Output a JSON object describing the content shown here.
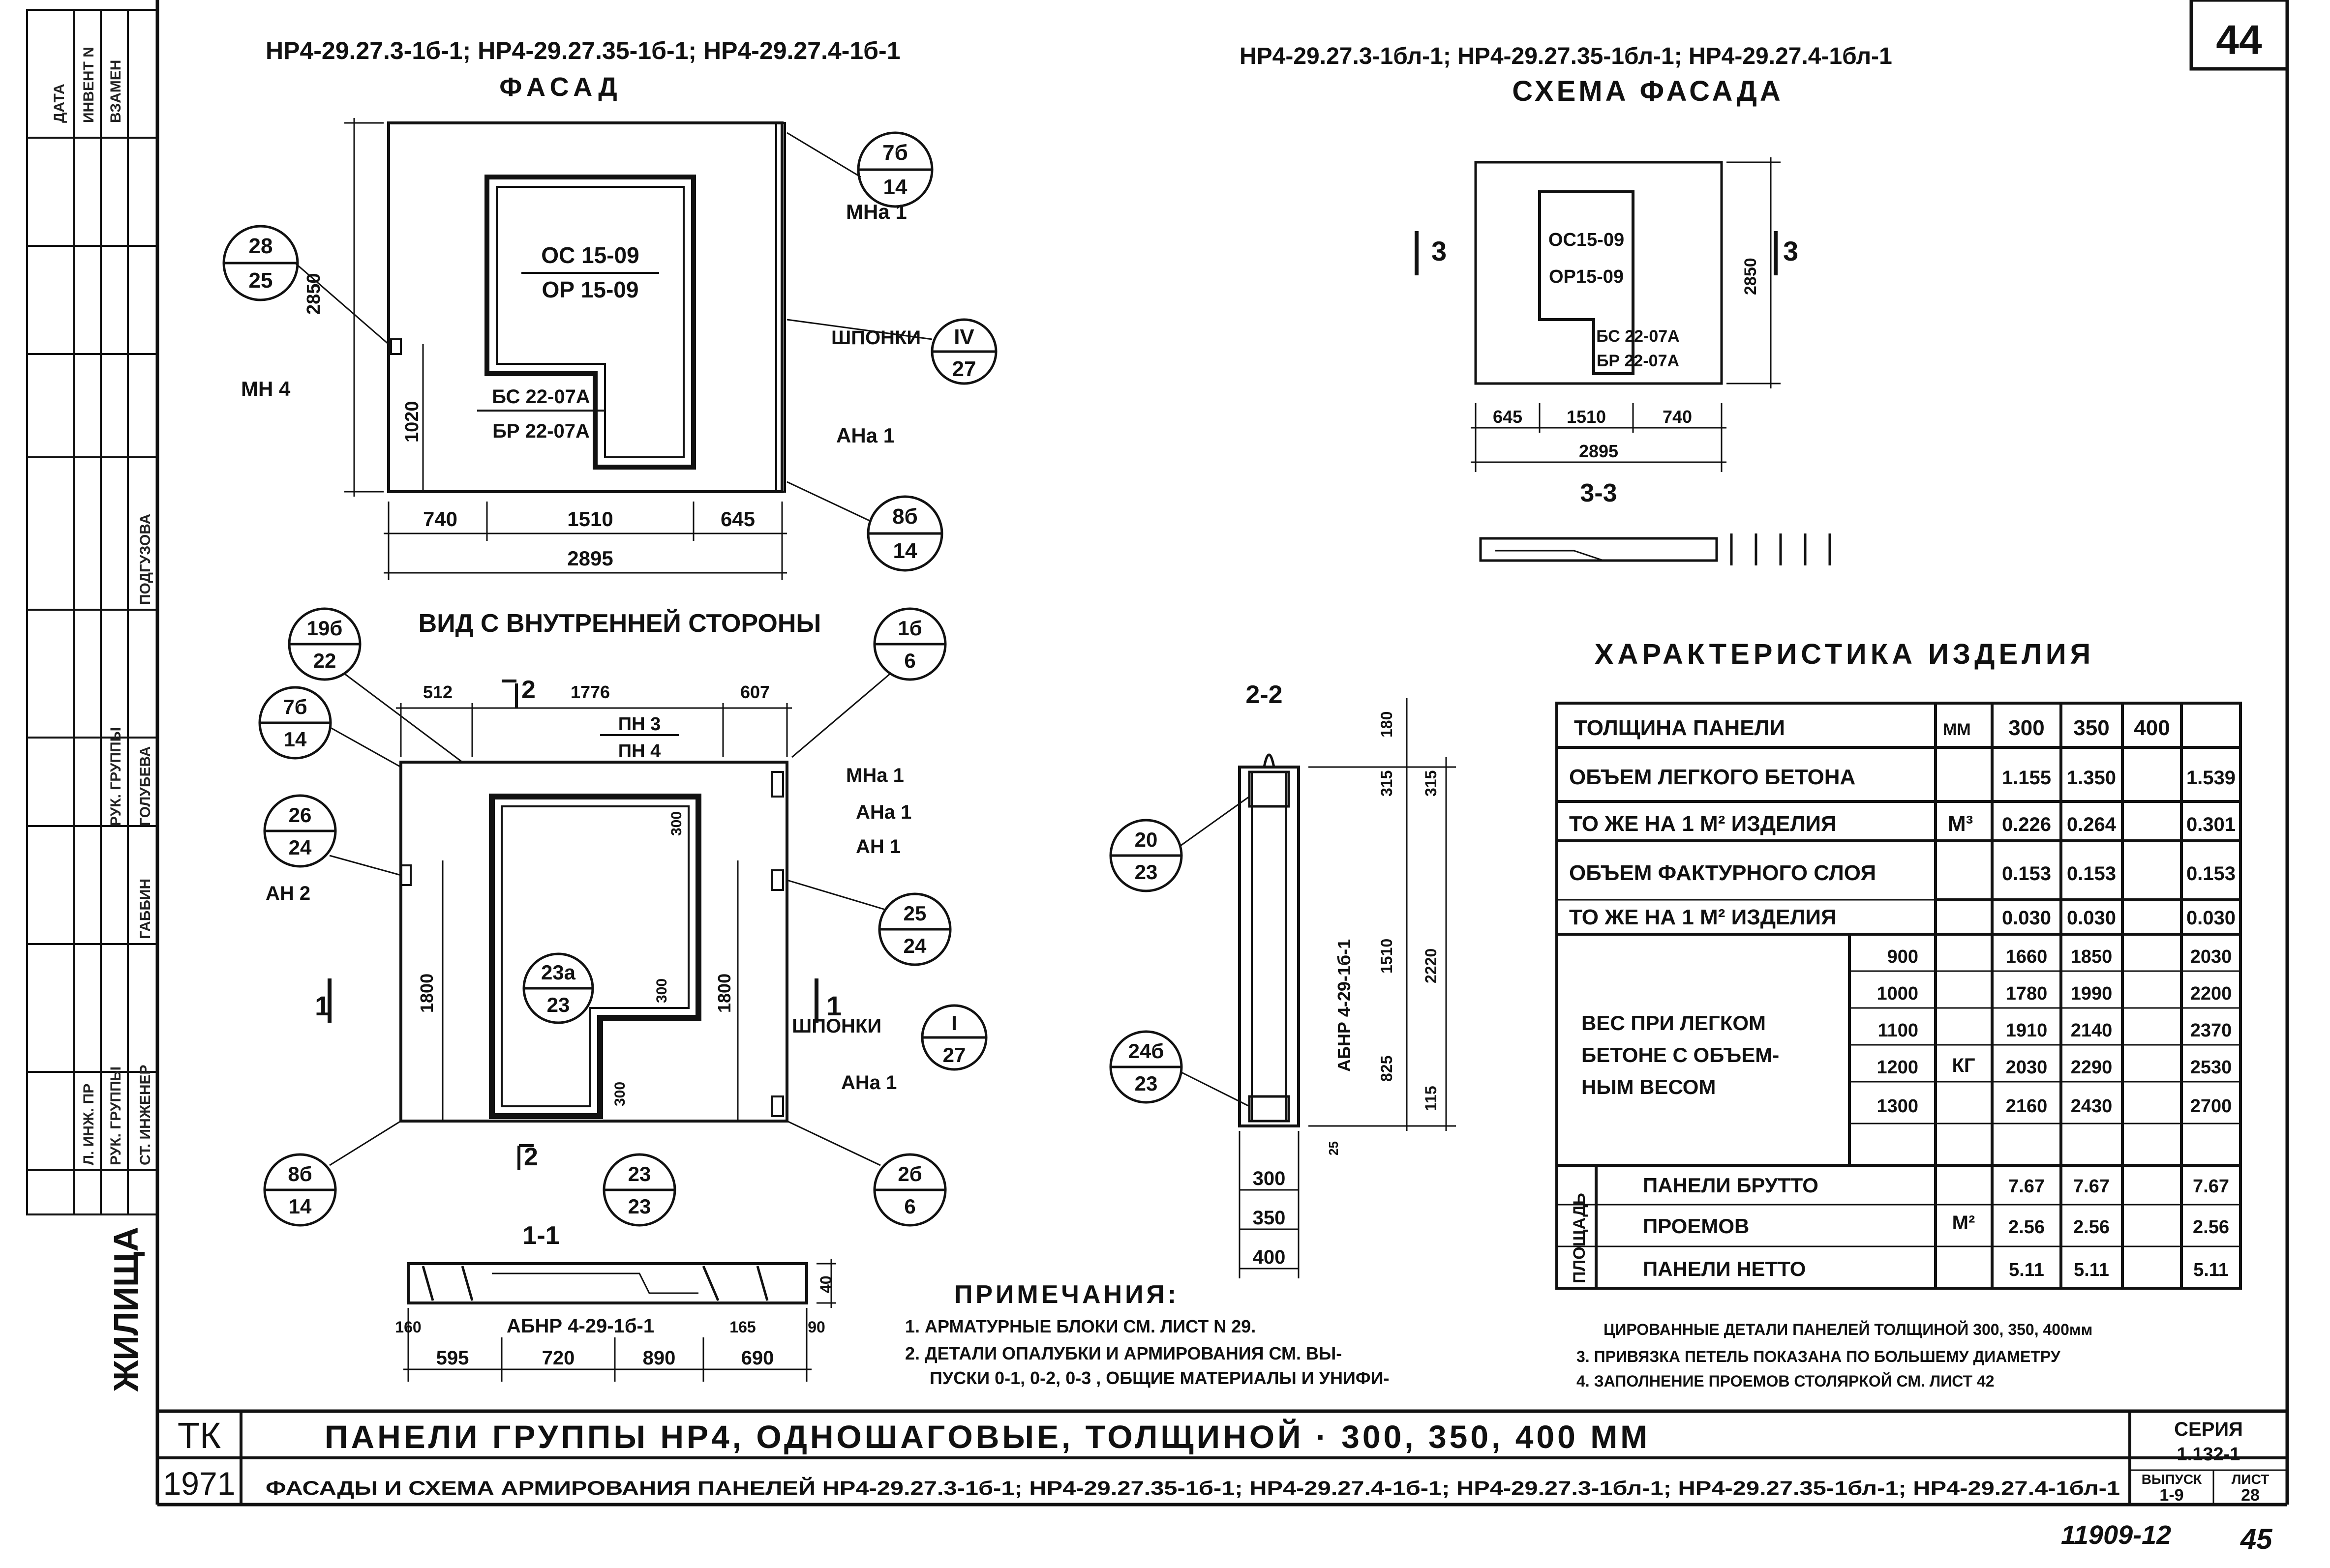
{
  "sheet": {
    "sheet_number": "44",
    "left_header": "НР4-29.27.3-1б-1; НР4-29.27.35-1б-1; НР4-29.27.4-1б-1",
    "right_header": "НР4-29.27.3-1бл-1; НР4-29.27.35-1бл-1; НР4-29.27.4-1бл-1",
    "bottom_stamp": "11909-12",
    "page_fraction": "45",
    "stamp_vertical_left": "ЖИЛИЩА",
    "stamp_rows": [
      "ДАТА",
      "ИНВЕНТ N",
      "ВЗАМЕН",
      "ПОДГУЗОВА",
      "РУК. ГРУППЫ",
      "ГОЛУБЕВА",
      "ГАББИН",
      "СТ. ИНЖЕНЕР",
      "РУК. ГРУППЫ",
      "Л. ИНЖ. ПР"
    ]
  },
  "facade": {
    "title": "ФАСАД",
    "window_label_top": "ОС 15-09",
    "window_label_bottom": "ОР 15-09",
    "door_label_top": "БС 22-07А",
    "door_label_bottom": "БР 22-07А",
    "height_dim": "2850",
    "sill_dim": "1020",
    "dims_bottom": [
      "740",
      "1510",
      "645"
    ],
    "total_width": "2895",
    "callouts": [
      {
        "top": "7б",
        "bottom": "14"
      },
      {
        "top": "28",
        "bottom": "25"
      },
      {
        "top": "IV",
        "bottom": "27"
      },
      {
        "top": "8б",
        "bottom": "14"
      }
    ],
    "labels": [
      "МНа 1",
      "МН 4",
      "ШПОНКИ",
      "АНа 1"
    ]
  },
  "scheme": {
    "title": "СХЕМА ФАСАДА",
    "labels": [
      "ОС15-09",
      "ОР15-09",
      "БС 22-07А",
      "БР 22-07А"
    ],
    "height_dim": "2850",
    "dims": [
      "645",
      "1510",
      "740"
    ],
    "total": "2895",
    "section_mark": "3",
    "section_title": "3-3"
  },
  "inner_view": {
    "title": "ВИД С ВНУТРЕННЕЙ СТОРОНЫ",
    "top_dims": [
      "512",
      "1776",
      "607"
    ],
    "top_labels": [
      "ПН 3",
      "ПН 4"
    ],
    "right_labels": [
      "МНа 1",
      "АНа 1",
      "АН 1",
      "ШПОНКИ",
      "АНа 1"
    ],
    "left_label": "АН 2",
    "heights": [
      "1800",
      "1800"
    ],
    "inner_dims": [
      "300",
      "300",
      "300"
    ],
    "callouts": [
      {
        "top": "19б",
        "bottom": "22"
      },
      {
        "top": "1б",
        "bottom": "6"
      },
      {
        "top": "7б",
        "bottom": "14"
      },
      {
        "top": "26",
        "bottom": "24"
      },
      {
        "top": "25",
        "bottom": "24"
      },
      {
        "top": "I",
        "bottom": "27"
      },
      {
        "top": "8б",
        "bottom": "14"
      },
      {
        "top": "23",
        "bottom": "23"
      },
      {
        "top": "2б",
        "bottom": "6"
      },
      {
        "top": "23а",
        "bottom": "23"
      }
    ],
    "section_marks": [
      "1",
      "1",
      "2",
      "2"
    ]
  },
  "section_11": {
    "title": "1-1",
    "label": "АБНР 4-29-1б-1",
    "small_dims": [
      "160",
      "165",
      "90",
      "40"
    ],
    "bottom_dims": [
      "595",
      "720",
      "890",
      "690"
    ]
  },
  "section_22": {
    "title": "2-2",
    "dims": [
      "180",
      "315",
      "315",
      "1510",
      "2220",
      "825",
      "115",
      "25"
    ],
    "label": "АБНР 4-29-1б-1",
    "thicknesses": [
      "300",
      "350",
      "400"
    ],
    "callouts": [
      {
        "top": "20",
        "bottom": "23"
      },
      {
        "top": "24б",
        "bottom": "23"
      }
    ]
  },
  "characteristics": {
    "title": "ХАРАКТЕРИСТИКА ИЗДЕЛИЯ",
    "header": {
      "label": "ТОЛЩИНА ПАНЕЛИ",
      "unit": "ММ",
      "values": [
        "300",
        "350",
        "400"
      ]
    },
    "volume_rows": [
      {
        "label": "ОБЪЕМ ЛЕГКОГО БЕТОНА",
        "values": [
          "1.155",
          "1.350",
          "1.539"
        ]
      },
      {
        "label": "ТО ЖЕ НА 1 М² ИЗДЕЛИЯ",
        "values": [
          "0.226",
          "0.264",
          "0.301"
        ]
      },
      {
        "label": "ОБЪЕМ ФАКТУРНОГО СЛОЯ",
        "values": [
          "0.153",
          "0.153",
          "0.153"
        ]
      },
      {
        "label": "ТО ЖЕ НА 1 М² ИЗДЕЛИЯ",
        "values": [
          "0.030",
          "0.030",
          "0.030"
        ]
      }
    ],
    "volume_unit": "М³",
    "weight_label": [
      "ВЕС ПРИ ЛЕГКОМ",
      "БЕТОНЕ С ОБЪЕМ-",
      "НЫМ ВЕСОМ"
    ],
    "weight_unit": "КГ",
    "weight_rows": [
      {
        "density": "900",
        "values": [
          "1660",
          "1850",
          "2030"
        ]
      },
      {
        "density": "1000",
        "values": [
          "1780",
          "1990",
          "2200"
        ]
      },
      {
        "density": "1100",
        "values": [
          "1910",
          "2140",
          "2370"
        ]
      },
      {
        "density": "1200",
        "values": [
          "2030",
          "2290",
          "2530"
        ]
      },
      {
        "density": "1300",
        "values": [
          "2160",
          "2430",
          "2700"
        ]
      }
    ],
    "area_label": "ПЛОЩАДЬ",
    "area_unit": "М²",
    "area_rows": [
      {
        "label": "ПАНЕЛИ БРУТТО",
        "values": [
          "7.67",
          "7.67",
          "7.67"
        ]
      },
      {
        "label": "ПРОЕМОВ",
        "values": [
          "2.56",
          "2.56",
          "2.56"
        ]
      },
      {
        "label": "ПАНЕЛИ НЕТТО",
        "values": [
          "5.11",
          "5.11",
          "5.11"
        ]
      }
    ]
  },
  "notes": {
    "title": "ПРИМЕЧАНИЯ:",
    "left": [
      "1. АРМАТУРНЫЕ БЛОКИ СМ. ЛИСТ N 29.",
      "2. ДЕТАЛИ ОПАЛУБКИ И АРМИРОВАНИЯ СМ. ВЫ-",
      "ПУСКИ 0-1, 0-2, 0-3 , ОБЩИЕ МАТЕРИАЛЫ И УНИФИ-"
    ],
    "right": [
      "ЦИРОВАННЫЕ ДЕТАЛИ ПАНЕЛЕЙ ТОЛЩИНОЙ 300, 350, 400мм",
      "3. ПРИВЯЗКА ПЕТЕЛЬ ПОКАЗАНА ПО БОЛЬШЕМУ ДИАМЕТРУ",
      "4. ЗАПОЛНЕНИЕ ПРОЕМОВ СТОЛЯРКОЙ СМ. ЛИСТ 42"
    ]
  },
  "title_block": {
    "org": "ТК",
    "year": "1971",
    "title1": "ПАНЕЛИ  ГРУППЫ  НР4,  ОДНОШАГОВЫЕ,  ТОЛЩИНОЙ · 300,  350, 400 ММ",
    "title2": "ФАСАДЫ И СХЕМА АРМИРОВАНИЯ ПАНЕЛЕЙ НР4-29.27.3-1б-1; НР4-29.27.35-1б-1; НР4-29.27.4-1б-1; НР4-29.27.3-1бл-1; НР4-29.27.35-1бл-1; НР4-29.27.4-1бл-1",
    "series_label": "СЕРИЯ",
    "series": "1.132-1",
    "issue_label": "ВЫПУСК",
    "issue": "1-9",
    "sheet_label": "ЛИСТ",
    "sheet": "28"
  }
}
